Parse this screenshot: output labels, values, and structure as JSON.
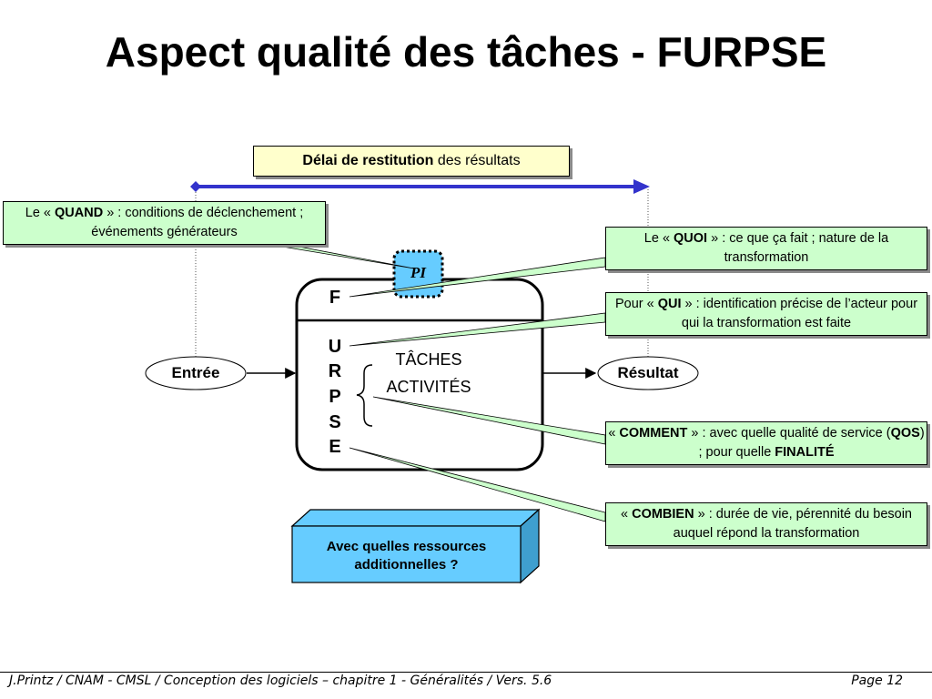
{
  "title": "Aspect qualité des tâches - FURPSE",
  "delai": {
    "bold": "Délai de restitution",
    "rest": " des résultats"
  },
  "quand": {
    "pre": "Le « ",
    "kw": "QUAND",
    "post": " » : conditions de déclenchement ; événements générateurs"
  },
  "quoi": {
    "pre": "Le « ",
    "kw": "QUOI",
    "post": " » : ce que ça fait ; nature de la transformation"
  },
  "qui": {
    "pre": "Pour « ",
    "kw": "QUI",
    "post": " » : identification précise de l’acteur pour qui la transformation est faite"
  },
  "comment": {
    "pre": "« ",
    "kw": "COMMENT",
    "mid": " » : avec quelle qualité de service (",
    "kw2": "QOS",
    "mid2": ") ; pour quelle ",
    "kw3": "FINALITÉ"
  },
  "combien": {
    "pre": "« ",
    "kw": "COMBIEN",
    "post": " » : durée de vie, pérennité du besoin auquel répond la transformation"
  },
  "pi": "PI",
  "letters": {
    "f": "F",
    "u": "U",
    "r": "R",
    "p": "P",
    "s": "S",
    "e": "E"
  },
  "taches": {
    "line1": "TÂCHES",
    "line2": "ACTIVITÉS"
  },
  "entree": "Entrée",
  "resultat": "Résultat",
  "ressources": "Avec quelles ressources additionnelles ?",
  "footer": {
    "left": "J.Printz / CNAM - CMSL / Conception des logiciels  – chapitre 1 - Généralités / Vers. 5.6",
    "right": "Page 12"
  },
  "colors": {
    "callout_fill": "#ccffcc",
    "title_box_fill": "#ffffcc",
    "arrow_blue": "#3333cc",
    "pi_fill": "#66ccff",
    "resource_fill": "#66ccff"
  }
}
